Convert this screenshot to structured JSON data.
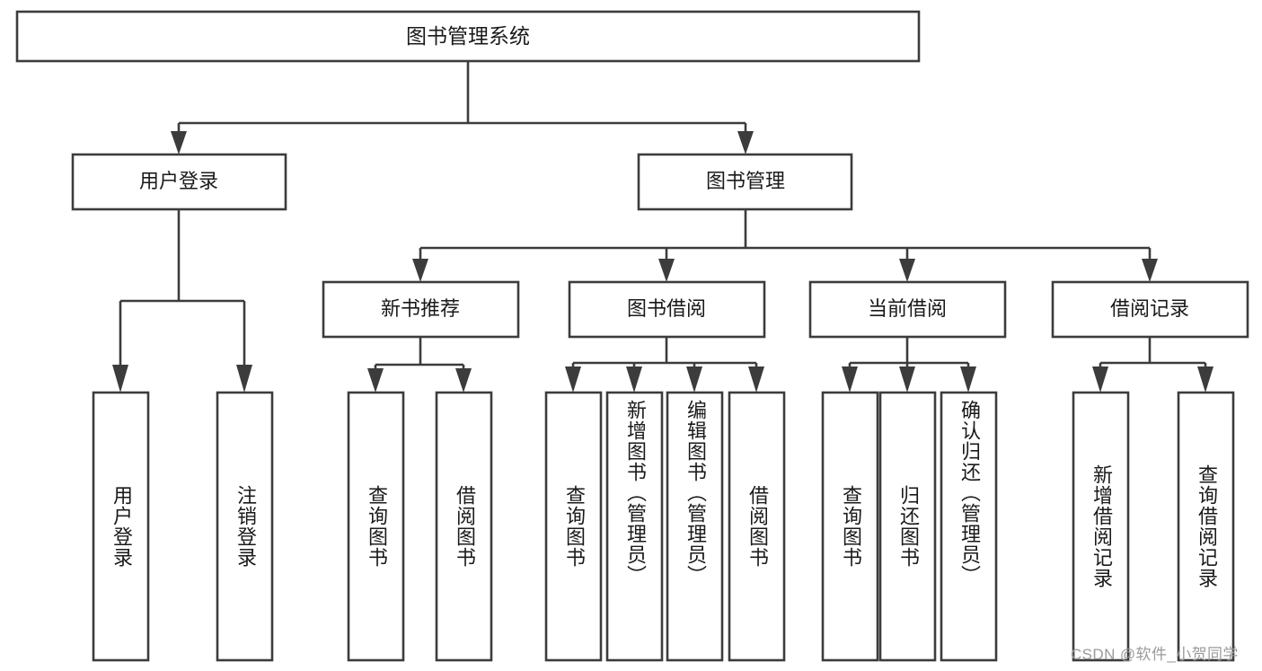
{
  "diagram": {
    "type": "tree-hierarchy",
    "title": "图书管理系统",
    "root": {
      "id": "root",
      "label": "图书管理系统",
      "orientation": "horizontal"
    },
    "level1": [
      {
        "id": "user-login",
        "label": "用户登录",
        "orientation": "horizontal"
      },
      {
        "id": "book-management",
        "label": "图书管理",
        "orientation": "horizontal"
      }
    ],
    "level2": [
      {
        "id": "new-book-recommend",
        "label": "新书推荐",
        "parent": "book-management",
        "orientation": "horizontal"
      },
      {
        "id": "book-borrow",
        "label": "图书借阅",
        "parent": "book-management",
        "orientation": "horizontal"
      },
      {
        "id": "current-borrow",
        "label": "当前借阅",
        "parent": "book-management",
        "orientation": "horizontal"
      },
      {
        "id": "borrow-record",
        "label": "借阅记录",
        "parent": "book-management",
        "orientation": "horizontal"
      }
    ],
    "leaves": [
      {
        "id": "leaf-user-login",
        "label": "用户登录",
        "parent": "user-login",
        "orientation": "vertical"
      },
      {
        "id": "leaf-logout",
        "label": "注销登录",
        "parent": "user-login",
        "orientation": "vertical"
      },
      {
        "id": "leaf-query-book-1",
        "label": "查询图书",
        "parent": "new-book-recommend",
        "orientation": "vertical"
      },
      {
        "id": "leaf-borrow-book-1",
        "label": "借阅图书",
        "parent": "new-book-recommend",
        "orientation": "vertical"
      },
      {
        "id": "leaf-query-book-2",
        "label": "查询图书",
        "parent": "book-borrow",
        "orientation": "vertical"
      },
      {
        "id": "leaf-add-book",
        "label": "新增图书（管理员）",
        "parent": "book-borrow",
        "orientation": "vertical"
      },
      {
        "id": "leaf-edit-book",
        "label": "编辑图书（管理员）",
        "parent": "book-borrow",
        "orientation": "vertical"
      },
      {
        "id": "leaf-borrow-book-2",
        "label": "借阅图书",
        "parent": "book-borrow",
        "orientation": "vertical"
      },
      {
        "id": "leaf-query-book-3",
        "label": "查询图书",
        "parent": "current-borrow",
        "orientation": "vertical"
      },
      {
        "id": "leaf-return-book",
        "label": "归还图书",
        "parent": "current-borrow",
        "orientation": "vertical"
      },
      {
        "id": "leaf-confirm-return",
        "label": "确认归还（管理员）",
        "parent": "current-borrow",
        "orientation": "vertical"
      },
      {
        "id": "leaf-add-record",
        "label": "新增借阅记录",
        "parent": "borrow-record",
        "orientation": "vertical"
      },
      {
        "id": "leaf-query-record",
        "label": "查询借阅记录",
        "parent": "borrow-record",
        "orientation": "vertical"
      }
    ],
    "colors": {
      "stroke": "#3c3c3c",
      "fill": "#ffffff",
      "text": "#1a1a1a",
      "watermark": "#9a9a9a",
      "background": "#ffffff"
    }
  },
  "watermark": {
    "text": "CSDN @软件_小贺同学"
  }
}
